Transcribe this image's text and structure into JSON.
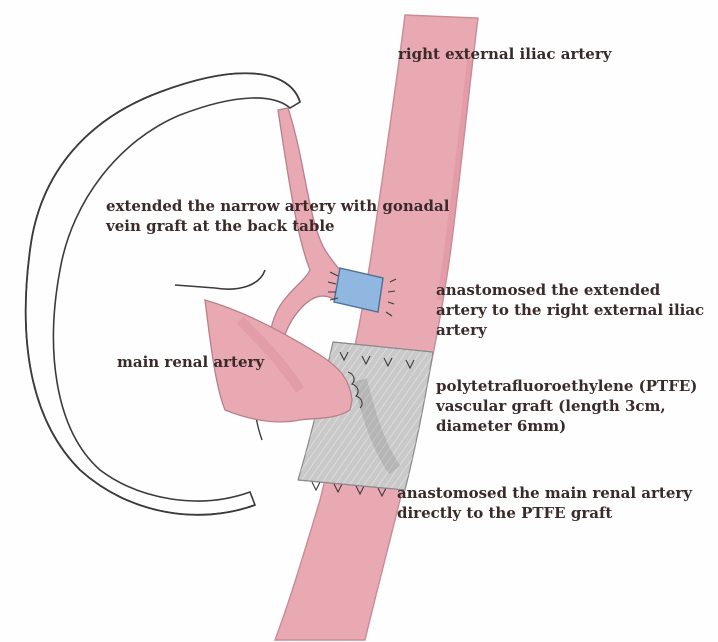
{
  "labels": {
    "iliac": "right external iliac artery",
    "gonadal": "extended the narrow artery with gonadal\nvein graft at the back table",
    "anastomosed_extended": "anastomosed the extended\nartery to the right external iliac\nartery",
    "main_renal": "main renal artery",
    "ptfe": "polytetrafluoroethylene (PTFE)\nvascular graft (length 3cm,\ndiameter 6mm)",
    "anastomosed_main": "anastomosed the main renal artery\ndirectly to the PTFE graft"
  },
  "colors": {
    "artery": "#e9a9b3",
    "artery_dark": "#d98696",
    "vein_graft": "#8fb7df",
    "ptfe_graft": "#c9c9c9",
    "kidney_outline": "#3b3b3b",
    "text": "#3a2a2a"
  }
}
